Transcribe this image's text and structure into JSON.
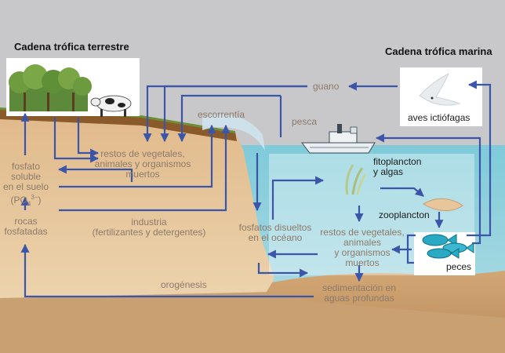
{
  "titles": {
    "terrestrial": "Cadena trófica terrestre",
    "marine": "Cadena trófica marina"
  },
  "labels": {
    "guano": "guano",
    "escorrentia": "escorrentía",
    "pesca": "pesca",
    "aves": "aves ictiófagas",
    "restos_tierra": [
      "restos de vegetales,",
      "animales y organismos",
      "muertos"
    ],
    "fosfato_suelo": [
      "fosfato",
      "soluble",
      "en el suelo"
    ],
    "fosfato_formula": "(PO",
    "fosfato_sub": "4",
    "fosfato_sup": "3−",
    "fosfato_close": ")",
    "rocas": [
      "rocas",
      "fosfatadas"
    ],
    "industria": [
      "industria",
      "(fertilizantes y detergentes)"
    ],
    "fosfatos_disueltos": [
      "fosfatos disueltos",
      "en el océano"
    ],
    "fitoplancton": [
      "fitoplancton",
      "y algas"
    ],
    "zooplancton": "zooplancton",
    "restos_mar": [
      "restos de vegetales,",
      "animales",
      "y organismos",
      "muertos"
    ],
    "peces": "peces",
    "orogenesis": "orogénesis",
    "sedimentacion": [
      "sedimentación en",
      "aguas profundas"
    ]
  },
  "colors": {
    "arrow": "#3b55a8",
    "sky": "#c8c8ca",
    "sea": "#8fd0dc",
    "soil": "#e3c59a",
    "seafloor": "#c99a66",
    "box": "#ffffff"
  },
  "icons": [
    "trees-icon",
    "cow-icon",
    "seagull-icon",
    "fishing-boat-icon",
    "algae-icon",
    "zooplankton-icon",
    "fish-icon",
    "runoff-wave-icon"
  ]
}
